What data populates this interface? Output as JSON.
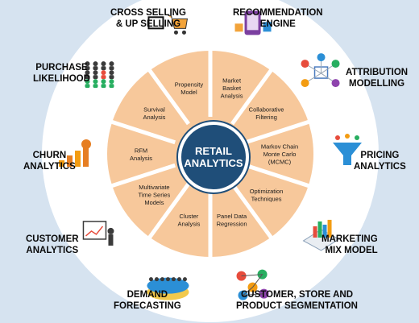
{
  "center": {
    "line1": "RETAIL",
    "line2": "ANALYTICS"
  },
  "inner_segments": [
    {
      "lines": [
        "Market",
        "Basket",
        "Analysis"
      ]
    },
    {
      "lines": [
        "Collaborative",
        "Filtering"
      ]
    },
    {
      "lines": [
        "Markov Chain",
        "Monte Carlo",
        "(MCMC)"
      ]
    },
    {
      "lines": [
        "Optimization",
        "Techniques"
      ]
    },
    {
      "lines": [
        "Panel Data",
        "Regression"
      ]
    },
    {
      "lines": [
        "Cluster",
        "Analysis"
      ]
    },
    {
      "lines": [
        "Multivariate",
        "Time Series",
        "Models"
      ]
    },
    {
      "lines": [
        "RFM",
        "Analysis"
      ]
    },
    {
      "lines": [
        "Survival",
        "Analysis"
      ]
    },
    {
      "lines": [
        "Propensity",
        "Model"
      ]
    }
  ],
  "outer_labels": {
    "cross_selling": [
      "CROSS SELLING",
      "& UP SELLING"
    ],
    "recommendation": [
      "RECOMMENDATION",
      "ENGINE"
    ],
    "attribution": [
      "ATTRIBUTION",
      "MODELLING"
    ],
    "pricing": [
      "PRICING",
      "ANALYTICS"
    ],
    "marketing_mix": [
      "MARKETING",
      "MIX MODEL"
    ],
    "segmentation": [
      "CUSTOMER, STORE AND",
      "PRODUCT SEGMENTATION"
    ],
    "demand": [
      "DEMAND",
      "FORECASTING"
    ],
    "customer": [
      "CUSTOMER",
      "ANALYTICS"
    ],
    "churn": [
      "CHURN",
      "ANALYTICS"
    ],
    "purchase": [
      "PURCHASE",
      "LIKELIHOOD"
    ]
  },
  "colors": {
    "background": "#d6e3f0",
    "inner_ring": "#f7c89b",
    "outer_ring": "#ffffff",
    "spokes": "#ffffff",
    "center_fill": "#1f4e79",
    "center_text": "#ffffff"
  },
  "icons": [
    "shopping-app-icon",
    "recommendation-network-icon",
    "attribution-funnel-icon",
    "pricing-charts-icon",
    "marketing-mix-icon",
    "segmentation-crowd-icon",
    "demand-forecast-icon",
    "customer-analytics-icon",
    "churn-people-icon",
    "purchase-cart-icon"
  ]
}
